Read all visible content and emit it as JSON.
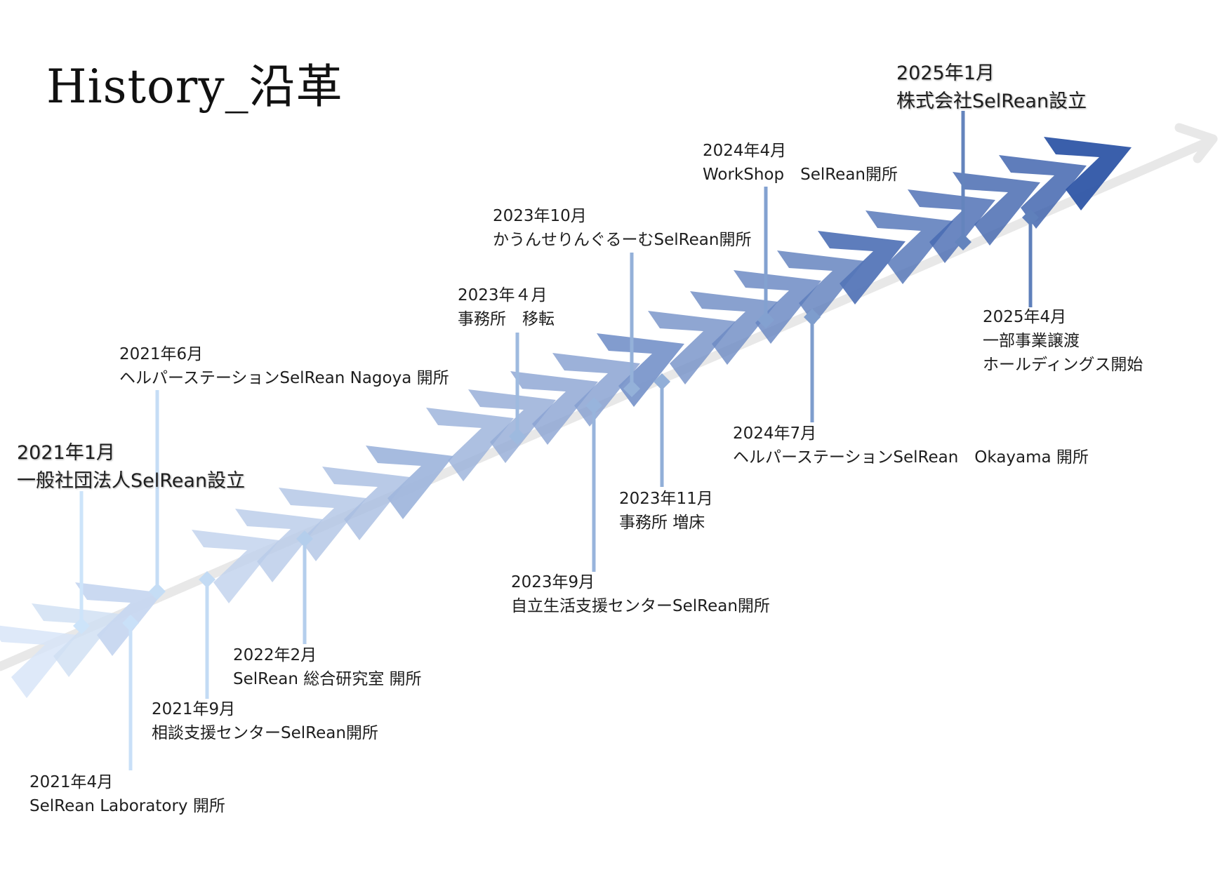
{
  "title": "History_沿革",
  "colors": {
    "track": "#e8e8e8",
    "chevron_light": "#d6e4f7",
    "chevron_dark": "#2f56a6",
    "marker_light": "#cfe6fb",
    "marker_dark": "#5577b5"
  },
  "events": [
    {
      "date": "2021年1月",
      "text": "一般社団法人SelRean設立"
    },
    {
      "date": "2021年4月",
      "text": "SelRean Laboratory 開所"
    },
    {
      "date": "2021年6月",
      "text": "ヘルパーステーションSelRean Nagoya 開所"
    },
    {
      "date": "2021年9月",
      "text": "相談支援センターSelRean開所"
    },
    {
      "date": "2022年2月",
      "text": "SelRean 総合研究室 開所"
    },
    {
      "date": "2023年４月",
      "text": "事務所　移転"
    },
    {
      "date": "2023年9月",
      "text": "自立生活支援センターSelRean開所"
    },
    {
      "date": "2023年10月",
      "text": "かうんせりんぐるーむSelRean開所"
    },
    {
      "date": "2023年11月",
      "text": "事務所 増床"
    },
    {
      "date": "2024年4月",
      "text": "WorkShop　SelRean開所"
    },
    {
      "date": "2024年7月",
      "text": "ヘルパーステーションSelRean　Okayama 開所"
    },
    {
      "date": "2025年1月",
      "text": "株式会社SelRean設立"
    },
    {
      "date": "2025年4月",
      "text": "一部事業譲渡",
      "text2": "ホールディングス開始"
    }
  ]
}
